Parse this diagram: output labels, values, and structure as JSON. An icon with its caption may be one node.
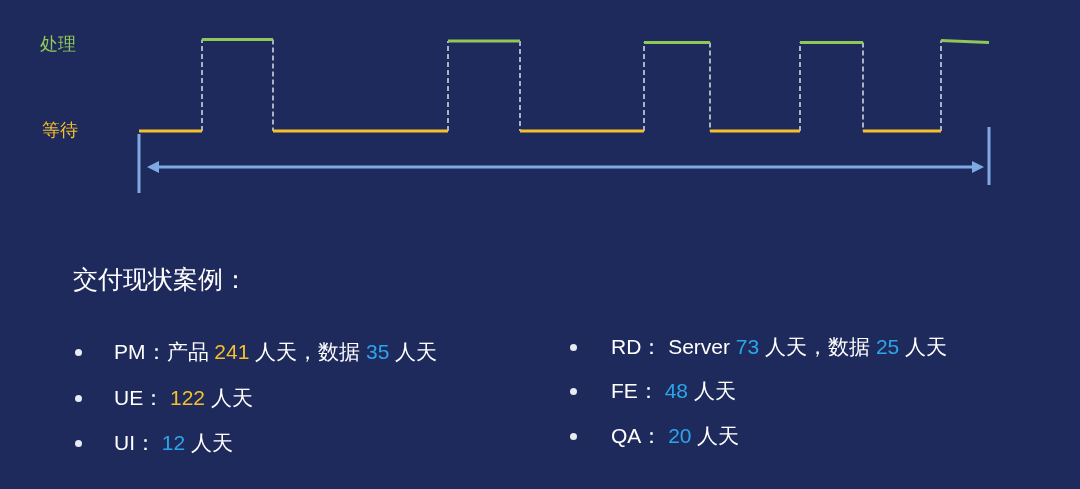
{
  "diagram": {
    "labels": [
      "处理",
      "等待",
      "交付现状案例：",
      "PM：产品 241 人天，数据 35 人天",
      "UE： 122 人天",
      "UI： 12 人天",
      "RD： Server 73 人天，数据 25 人天",
      "FE： 48 人天",
      "QA： 20 人天"
    ]
  }
}
